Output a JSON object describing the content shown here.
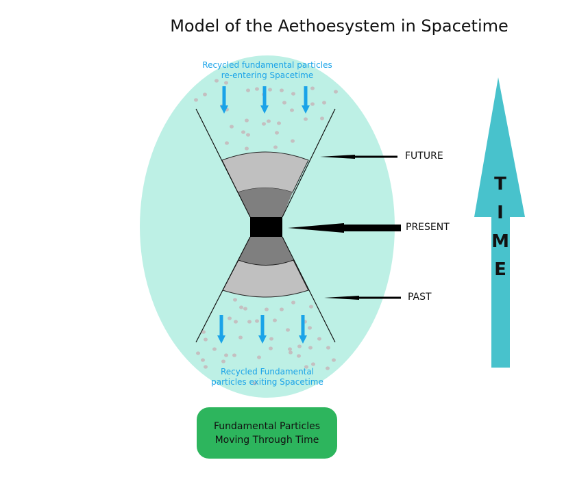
{
  "title": "Model of the Aethoesystem in Spacetime",
  "top_note": [
    "Recycled fundamental particles",
    "re-entering Spacetime"
  ],
  "bottom_note": [
    "Recycled Fundamental",
    "particles  exiting Spacetime"
  ],
  "labels": {
    "future": "FUTURE",
    "present": "PRESENT",
    "past": "PAST"
  },
  "time_letters": [
    "T",
    "I",
    "M",
    "E"
  ],
  "green_box": [
    "Fundamental Particles",
    "Moving Through Time"
  ],
  "colors": {
    "ellipse": "#bdf0e5",
    "time_arrow": "#48c2cc",
    "green": "#2db55d",
    "particle_arrow": "#1aa3e8",
    "light_gray": "#c0c0c0",
    "dark_gray": "#7f7f7f"
  }
}
